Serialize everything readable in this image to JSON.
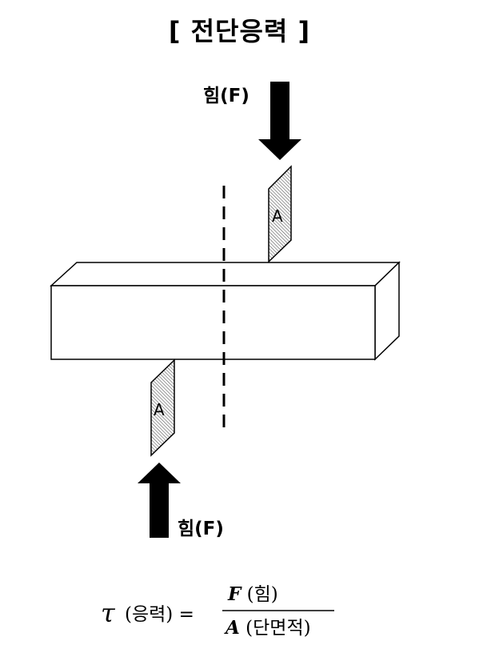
{
  "title": "[ 전단응력 ]",
  "labels": {
    "force_top": "힘(F)",
    "force_bottom": "힘(F)",
    "area_top": "A",
    "area_bottom": "A"
  },
  "formula": {
    "symbol": "τ",
    "lhs_word": "(응력) =",
    "numerator_var": "F",
    "numerator_word": " (힘)",
    "denominator_var": "A",
    "denominator_word": " (단면적)"
  }
}
